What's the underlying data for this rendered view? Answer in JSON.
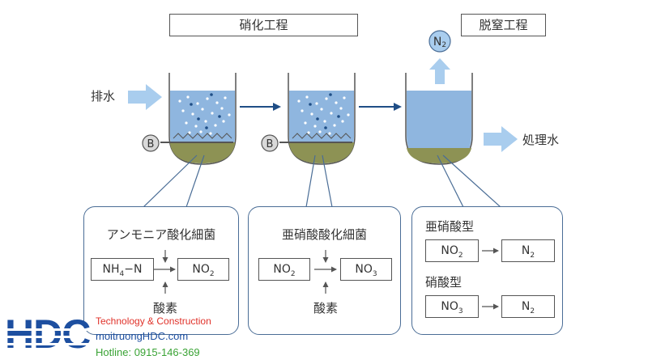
{
  "headers": {
    "nitrification": "硝化工程",
    "denitrification": "脱窒工程"
  },
  "inflow_label": "排水",
  "outflow_label": "処理水",
  "blower_label": "B",
  "n2_bubble": {
    "main": "N",
    "sub": "2"
  },
  "panels": [
    {
      "title": "アンモニア酸化細菌",
      "from_main": "NH",
      "from_sub": "4",
      "from_suffix": "−N",
      "to_main": "NO",
      "to_sub": "2",
      "oxygen": "酸素"
    },
    {
      "title": "亜硝酸酸化細菌",
      "from_main": "NO",
      "from_sub": "2",
      "to_main": "NO",
      "to_sub": "3",
      "oxygen": "酸素"
    },
    {
      "title1": "亜硝酸型",
      "row1_from_main": "NO",
      "row1_from_sub": "2",
      "row1_to_main": "N",
      "row1_to_sub": "2",
      "title2": "硝酸型",
      "row2_from_main": "NO",
      "row2_from_sub": "3",
      "row2_to_main": "N",
      "row2_to_sub": "2"
    }
  ],
  "logo": {
    "brand": "HDC",
    "tagline": "Technology & Construction",
    "website": "moitruongHDC.com",
    "hotline": "Hotline: 0915-146-369"
  },
  "colors": {
    "water": "#8fb6df",
    "sludge": "#8d9254",
    "panel_border": "#4a6d96",
    "arrow": "#1f4e86",
    "light_arrow": "#a9cdee",
    "logo_blue": "#1d4fa0",
    "logo_red": "#e0322a",
    "logo_green": "#3aa335"
  }
}
